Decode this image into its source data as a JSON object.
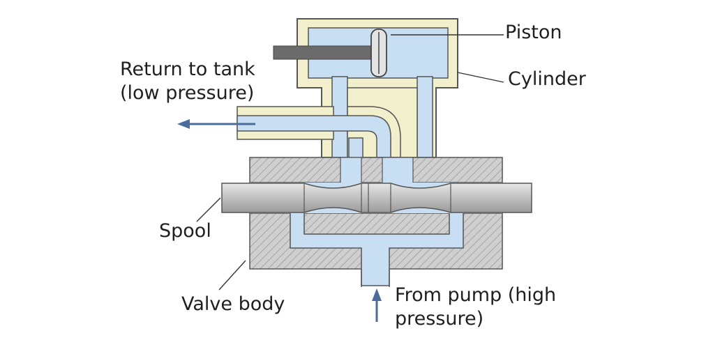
{
  "labels": {
    "piston": "Piston",
    "cylinder": "Cylinder",
    "return_line_1": "Return to tank",
    "return_line_2": "(low pressure)",
    "spool": "Spool",
    "valve_body": "Valve body",
    "pump_line_1": "From pump (high",
    "pump_line_2": "pressure)"
  },
  "colors": {
    "fluid": "#c8dff3",
    "cylinder_wall": "#f2efcd",
    "outline": "#555555",
    "hatch": "#cfcfcf",
    "hatch_line": "#8e8e8e",
    "spool": "#bcbcbc",
    "rod": "#6b6b6b",
    "arrow": "#4a6d99"
  }
}
